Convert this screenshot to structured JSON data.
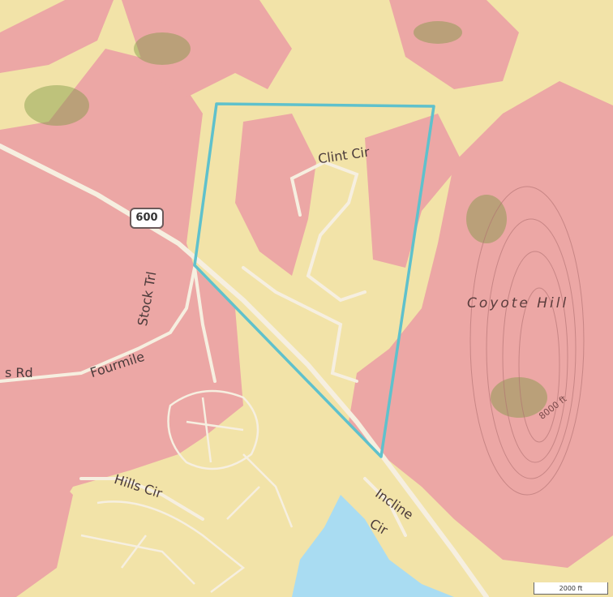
{
  "map": {
    "colors": {
      "base": "#f2e3a8",
      "hazard_zone": "#eca7a5",
      "boundary": "#5fc1cc",
      "water": "#a9dcf2",
      "road": "#f6efe0",
      "green": "#7f9a44"
    },
    "labels": {
      "clint_cir": "Clint Cir",
      "coyote_hill": "Coyote Hill",
      "contour_8000": "8000 ft",
      "fourmile_rd": "s Rd",
      "fourmile": "Fourmile",
      "stock_trl": "Stock Trl",
      "hills_cir": "Hills Cir",
      "incline": "Incline",
      "cir": "Cir"
    },
    "route_shield": "600",
    "scale_bar": "2000 ft"
  }
}
